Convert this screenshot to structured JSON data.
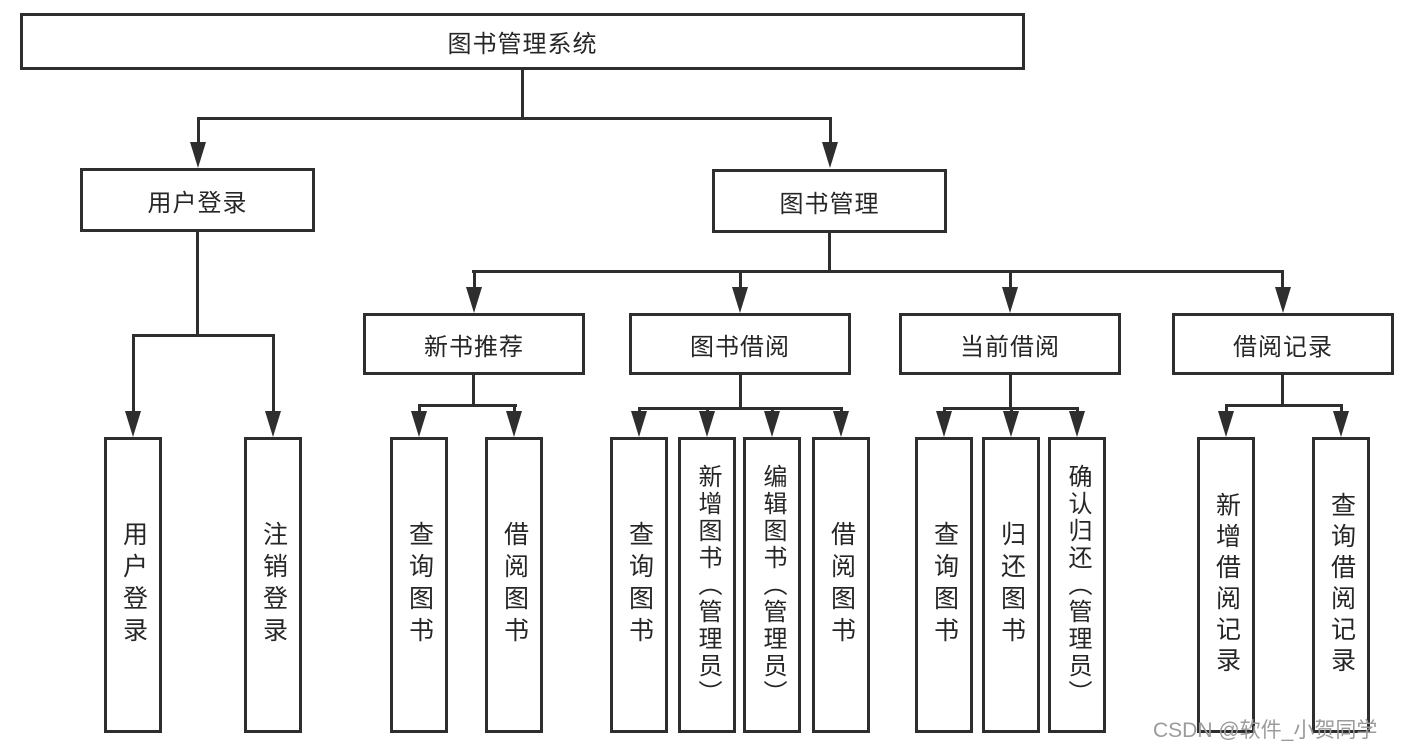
{
  "tree": {
    "root": {
      "label": "图书管理系统"
    },
    "level2": [
      {
        "label": "用户登录",
        "leaves": [
          "用户登录",
          "注销登录"
        ]
      },
      {
        "label": "图书管理",
        "groups": [
          {
            "label": "新书推荐",
            "leaves": [
              "查询图书",
              "借阅图书"
            ]
          },
          {
            "label": "图书借阅",
            "leaves": [
              "查询图书",
              "新增图书（管理员）",
              "编辑图书（管理员）",
              "借阅图书"
            ]
          },
          {
            "label": "当前借阅",
            "leaves": [
              "查询图书",
              "归还图书",
              "确认归还（管理员）"
            ]
          },
          {
            "label": "借阅记录",
            "leaves": [
              "新增借阅记录",
              "查询借阅记录"
            ]
          }
        ]
      }
    ]
  },
  "watermark": {
    "text": "CSDN @软件_小贺同学"
  },
  "colors": {
    "line": "#2e2e2e",
    "text": "#262626",
    "watermark": "#9b9b9b",
    "background": "#ffffff"
  }
}
